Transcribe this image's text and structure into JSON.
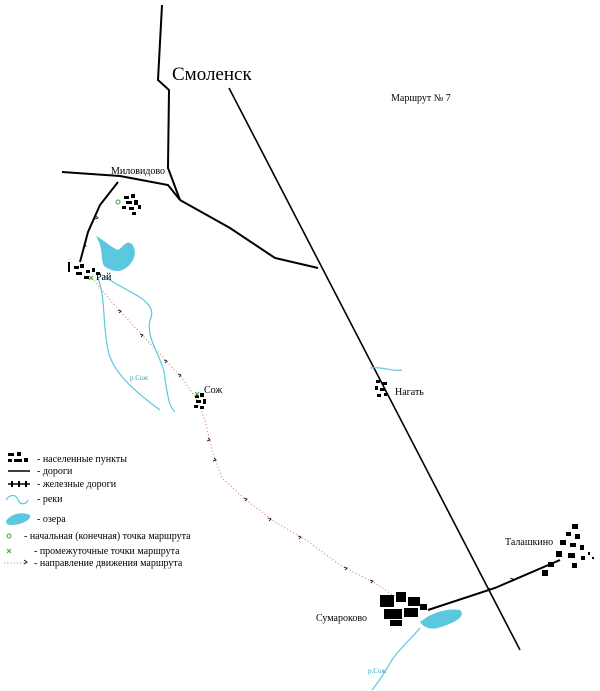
{
  "map": {
    "city": "Смоленск",
    "route_title": "Маршрут № 7"
  },
  "places": {
    "milovidovo": "Миловидово",
    "rai": "Рай",
    "sozh": "Сож",
    "nagat": "Нагать",
    "talashkino": "Талашкино",
    "sumarokovo": "Сумароково"
  },
  "rivers": {
    "sozh_upper": "р.Сож",
    "sozh_lower": "р.Сож"
  },
  "legend": {
    "settlements": "- населенные пункты",
    "roads": "- дороги",
    "railways": "- железные дороги",
    "rivers": "- реки",
    "lakes": "- озера",
    "start_end": "- начальная (конечная) точка маршрута",
    "waypoints": "- промежуточные точки маршрута",
    "direction": "- направление движения маршрута"
  },
  "colors": {
    "water": "#5bc8e0",
    "route_dots": "#e3a08a",
    "start_marker": "#2fae2f",
    "waypoint_marker": "#2fae2f",
    "ink": "#000000"
  }
}
